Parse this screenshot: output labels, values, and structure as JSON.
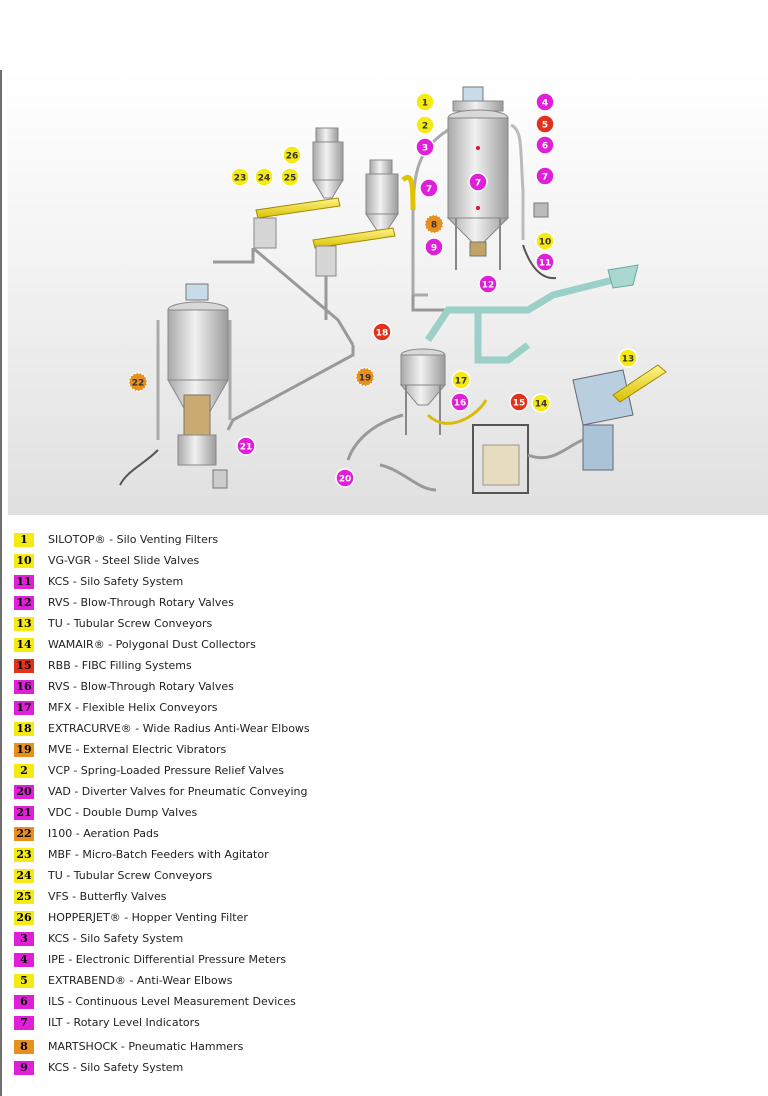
{
  "colors": {
    "yellow": "#f5ea14",
    "magenta": "#e020d8",
    "red": "#e2321c",
    "orange": "#e8901e"
  },
  "markers": [
    {
      "label": "1",
      "color": "yellow"
    },
    {
      "label": "2",
      "color": "yellow"
    },
    {
      "label": "3",
      "color": "magenta"
    },
    {
      "label": "4",
      "color": "magenta"
    },
    {
      "label": "5",
      "color": "red"
    },
    {
      "label": "6",
      "color": "magenta"
    },
    {
      "label": "7",
      "color": "magenta"
    },
    {
      "label": "7",
      "color": "magenta"
    },
    {
      "label": "7",
      "color": "magenta"
    },
    {
      "label": "8",
      "color": "orange"
    },
    {
      "label": "9",
      "color": "magenta"
    },
    {
      "label": "10",
      "color": "yellow"
    },
    {
      "label": "11",
      "color": "magenta"
    },
    {
      "label": "12",
      "color": "magenta"
    },
    {
      "label": "13",
      "color": "yellow"
    },
    {
      "label": "14",
      "color": "yellow"
    },
    {
      "label": "15",
      "color": "red"
    },
    {
      "label": "16",
      "color": "magenta"
    },
    {
      "label": "17",
      "color": "yellow"
    },
    {
      "label": "18",
      "color": "red"
    },
    {
      "label": "19",
      "color": "orange"
    },
    {
      "label": "20",
      "color": "magenta"
    },
    {
      "label": "21",
      "color": "magenta"
    },
    {
      "label": "22",
      "color": "orange"
    },
    {
      "label": "23",
      "color": "yellow"
    },
    {
      "label": "24",
      "color": "yellow"
    },
    {
      "label": "25",
      "color": "yellow"
    },
    {
      "label": "26",
      "color": "yellow"
    }
  ],
  "legend": [
    {
      "num": "1",
      "color": "yellow",
      "text": "SILOTOP® - Silo Venting Filters"
    },
    {
      "num": "10",
      "color": "yellow",
      "text": "VG-VGR - Steel Slide Valves"
    },
    {
      "num": "11",
      "color": "magenta",
      "text": "KCS - Silo Safety System"
    },
    {
      "num": "12",
      "color": "magenta",
      "text": "RVS - Blow-Through Rotary Valves"
    },
    {
      "num": "13",
      "color": "yellow",
      "text": "TU - Tubular Screw Conveyors"
    },
    {
      "num": "14",
      "color": "yellow",
      "text": "WAMAIR® - Polygonal Dust Collectors"
    },
    {
      "num": "15",
      "color": "red",
      "text": "RBB - FIBC Filling Systems"
    },
    {
      "num": "16",
      "color": "magenta",
      "text": "RVS - Blow-Through Rotary Valves"
    },
    {
      "num": "17",
      "color": "magenta",
      "text": "MFX - Flexible Helix Conveyors"
    },
    {
      "num": "18",
      "color": "yellow",
      "text": "EXTRACURVE® - Wide Radius Anti-Wear Elbows"
    },
    {
      "num": "19",
      "color": "orange",
      "text": "MVE - External Electric Vibrators"
    },
    {
      "num": "2",
      "color": "yellow",
      "text": "VCP - Spring-Loaded Pressure Relief Valves"
    },
    {
      "num": "20",
      "color": "magenta",
      "text": "VAD - Diverter Valves for Pneumatic Conveying"
    },
    {
      "num": "21",
      "color": "magenta",
      "text": "VDC - Double Dump Valves"
    },
    {
      "num": "22",
      "color": "orange",
      "text": "I100 - Aeration Pads"
    },
    {
      "num": "23",
      "color": "yellow",
      "text": "MBF - Micro-Batch Feeders with Agitator"
    },
    {
      "num": "24",
      "color": "yellow",
      "text": "TU - Tubular Screw Conveyors"
    },
    {
      "num": "25",
      "color": "yellow",
      "text": "VFS - Butterfly Valves"
    },
    {
      "num": "26",
      "color": "yellow",
      "text": "HOPPERJET® - Hopper Venting Filter"
    },
    {
      "num": "3",
      "color": "magenta",
      "text": "KCS - Silo Safety System"
    },
    {
      "num": "4",
      "color": "magenta",
      "text": "IPE - Electronic Differential Pressure Meters"
    },
    {
      "num": "5",
      "color": "yellow",
      "text": "EXTRABEND® - Anti-Wear Elbows"
    },
    {
      "num": "6",
      "color": "magenta",
      "text": "ILS - Continuous Level Measurement Devices"
    },
    {
      "num": "7",
      "color": "magenta",
      "text": "ILT - Rotary Level Indicators"
    },
    {
      "num": "8",
      "color": "orange",
      "text": "MARTSHOCK - Pneumatic Hammers"
    },
    {
      "num": "9",
      "color": "magenta",
      "text": "KCS - Silo Safety System"
    }
  ]
}
